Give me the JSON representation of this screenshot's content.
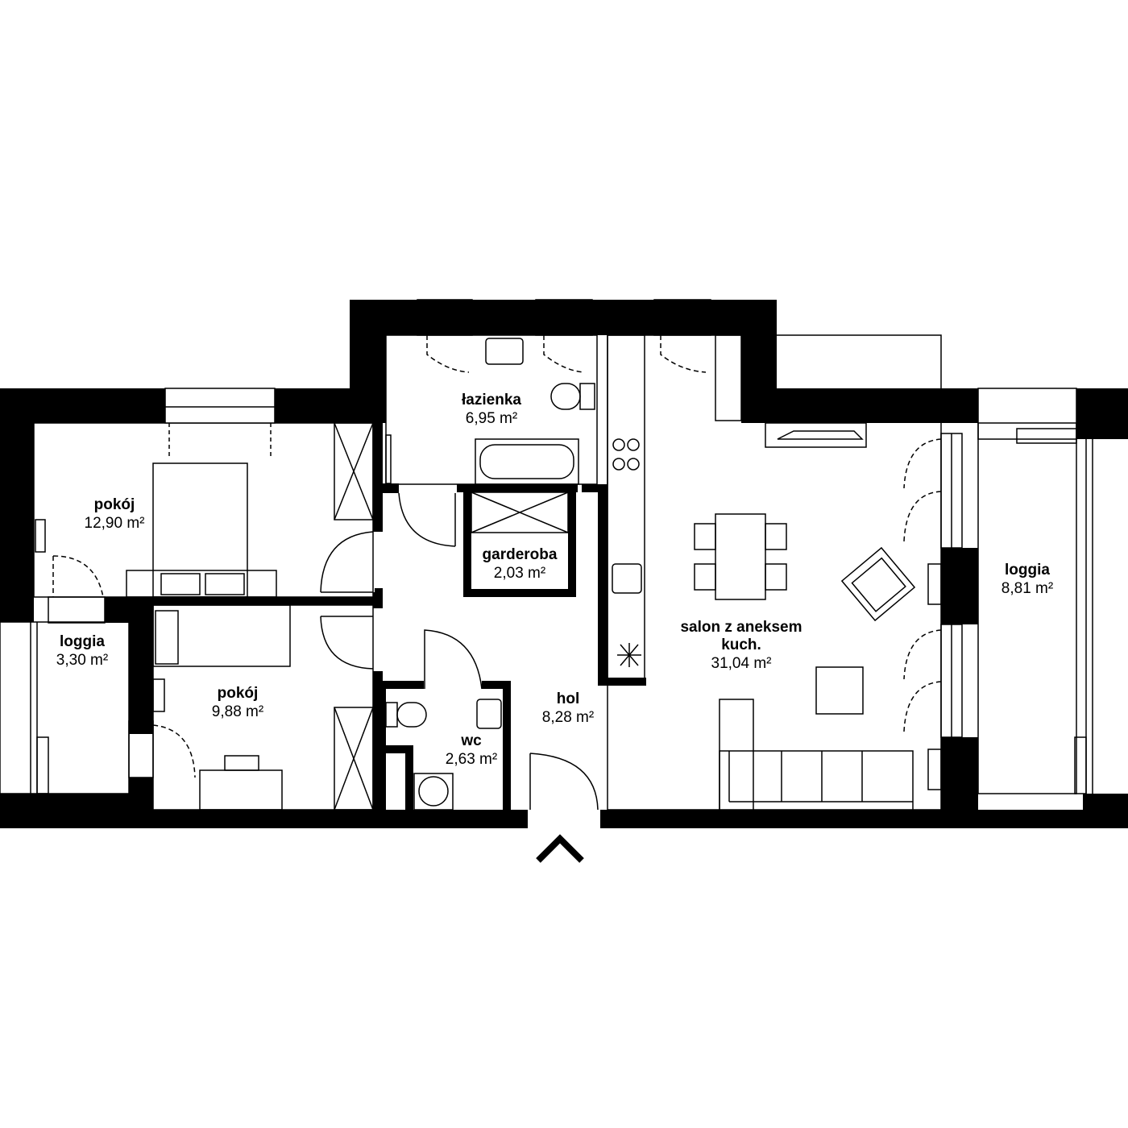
{
  "rooms": {
    "lazienka": {
      "name": "łazienka",
      "area": "6,95 m²"
    },
    "pokoj1": {
      "name": "pokój",
      "area": "12,90 m²"
    },
    "garderoba": {
      "name": "garderoba",
      "area": "2,03 m²"
    },
    "loggia_right": {
      "name": "loggia",
      "area": "8,81 m²"
    },
    "salon": {
      "name": "salon z aneksem kuch.",
      "area": "31,04 m²"
    },
    "loggia_left": {
      "name": "loggia",
      "area": "3,30 m²"
    },
    "pokoj2": {
      "name": "pokój",
      "area": "9,88 m²"
    },
    "hol": {
      "name": "hol",
      "area": "8,28 m²"
    },
    "wc": {
      "name": "wc",
      "area": "2,63 m²"
    }
  },
  "entrance": {
    "icon": "chevron-up-icon"
  },
  "colors": {
    "wall": "#000000",
    "background": "#ffffff",
    "line": "#000000"
  }
}
